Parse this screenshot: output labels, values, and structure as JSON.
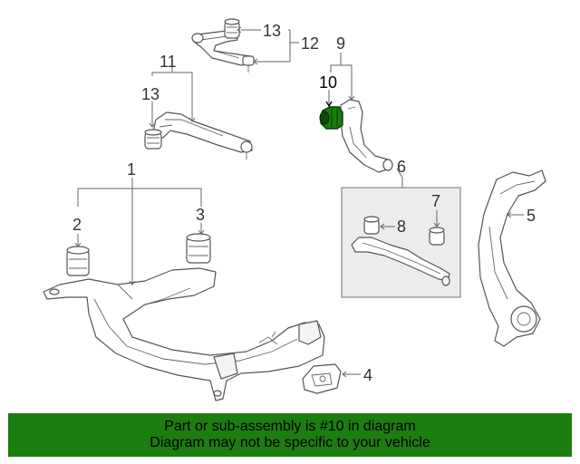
{
  "callouts": {
    "c1": "1",
    "c2": "2",
    "c3": "3",
    "c4": "4",
    "c5": "5",
    "c6": "6",
    "c7": "7",
    "c8": "8",
    "c9": "9",
    "c10": "10",
    "c11": "11",
    "c12": "12",
    "c13a": "13",
    "c13b": "13"
  },
  "highlight_part": "10",
  "colors": {
    "highlight": "#1a7a12",
    "banner": "#1c7d10",
    "line": "#555555"
  },
  "banner": {
    "line1": "Part or sub-assembly is #10 in diagram",
    "line2": "Diagram may not be specific to your vehicle"
  }
}
